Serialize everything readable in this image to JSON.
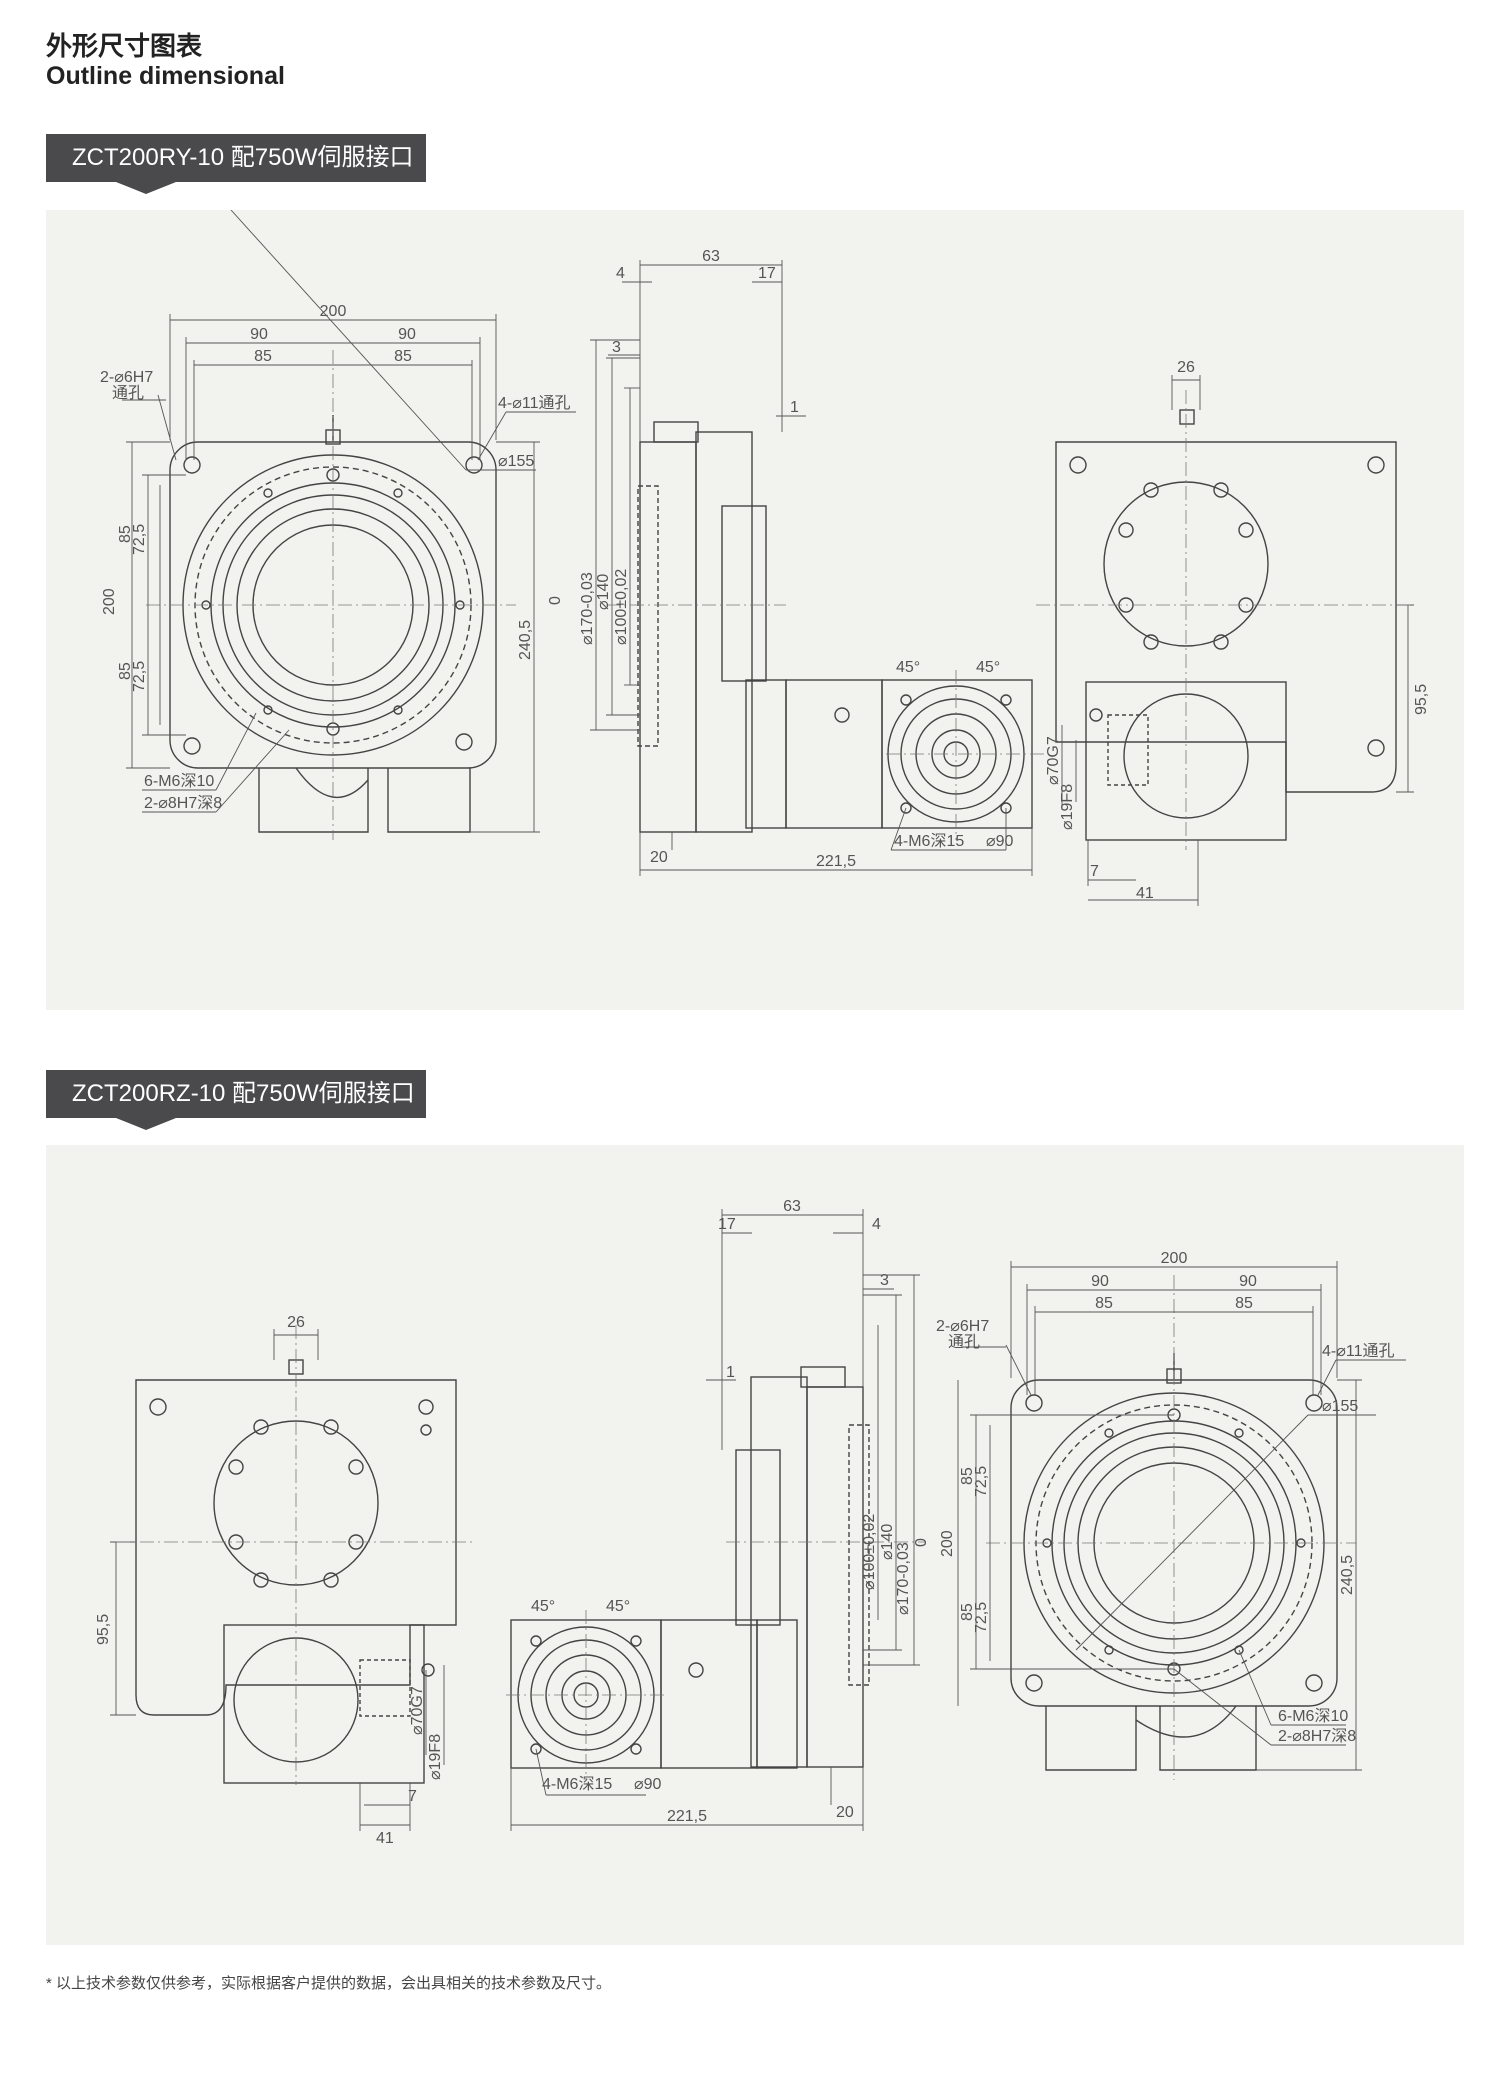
{
  "header": {
    "title_cn": "外形尺寸图表",
    "title_en": "Outline dimensional"
  },
  "section1": {
    "tab": "ZCT200RY-10 配750W伺服接口",
    "front": {
      "w200": "200",
      "w90a": "90",
      "w90b": "90",
      "w85a": "85",
      "w85b": "85",
      "hole6": "2-⌀6H7",
      "hole6b": "通孔",
      "hole11": "4-⌀11通孔",
      "d155": "⌀155",
      "h200": "200",
      "h85a": "85",
      "h725a": "72,5",
      "h85b": "85",
      "h725b": "72,5",
      "h2405": "240,5",
      "m6": "6-M6深10",
      "h8": "2-⌀8H7深8"
    },
    "side": {
      "d63": "63",
      "d4": "4",
      "d17": "17",
      "d3": "3",
      "d1": "1",
      "d170": "⌀170-0,03",
      "d140": "⌀140",
      "d100": "⌀100±0,02",
      "d0": "0",
      "d45a": "45°",
      "d45b": "45°",
      "d20": "20",
      "d2215": "221,5",
      "m6b": "4-M6深15",
      "d90": "⌀90",
      "d70": "⌀70G7",
      "d19": "⌀19F8"
    },
    "rear": {
      "d26": "26",
      "d955": "95,5",
      "d7": "7",
      "d41": "41"
    }
  },
  "section2": {
    "tab": "ZCT200RZ-10 配750W伺服接口",
    "front": {
      "w200": "200",
      "w90a": "90",
      "w90b": "90",
      "w85a": "85",
      "w85b": "85",
      "hole6": "2-⌀6H7",
      "hole6b": "通孔",
      "hole11": "4-⌀11通孔",
      "d155": "⌀155",
      "h200": "200",
      "h85a": "85",
      "h725a": "72,5",
      "h85b": "85",
      "h725b": "72,5",
      "h2405": "240,5",
      "m6": "6-M6深10",
      "h8": "2-⌀8H7深8"
    },
    "side": {
      "d63": "63",
      "d4": "4",
      "d17": "17",
      "d3": "3",
      "d1": "1",
      "d170": "⌀170-0,03",
      "d140": "⌀140",
      "d100": "⌀100±0,02",
      "d0": "0",
      "d45a": "45°",
      "d45b": "45°",
      "d20": "20",
      "d2215": "221,5",
      "m6b": "4-M6深15",
      "d90": "⌀90",
      "d70": "⌀70G7",
      "d19": "⌀19F8"
    },
    "rear": {
      "d26": "26",
      "d955": "95,5",
      "d7": "7",
      "d41": "41"
    }
  },
  "footnote": "* 以上技术参数仅供参考，实际根据客户提供的数据，会出具相关的技术参数及尺寸。"
}
